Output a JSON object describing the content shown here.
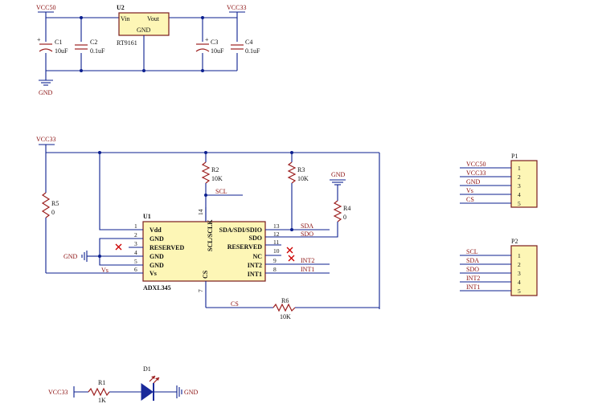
{
  "power": {
    "regulator": {
      "ref": "U2",
      "part": "RT9161",
      "pins": {
        "vin": "Vin",
        "vout": "Vout",
        "gnd": "GND"
      },
      "input_net": "VCC50",
      "output_net": "VCC33",
      "gnd_net": "GND"
    },
    "capacitors": [
      {
        "ref": "C1",
        "value": "10uF",
        "polarized": "+"
      },
      {
        "ref": "C2",
        "value": "0.1uF"
      },
      {
        "ref": "C3",
        "value": "10uF",
        "polarized": "+"
      },
      {
        "ref": "C4",
        "value": "0.1uF"
      }
    ]
  },
  "sensor": {
    "ic": {
      "ref": "U1",
      "part": "ADXL345",
      "left_pins": [
        {
          "num": "1",
          "name": "Vdd"
        },
        {
          "num": "2",
          "name": "GND"
        },
        {
          "num": "3",
          "name": "RESERVED"
        },
        {
          "num": "4",
          "name": "GND"
        },
        {
          "num": "5",
          "name": "GND"
        },
        {
          "num": "6",
          "name": "Vs"
        }
      ],
      "right_pins": [
        {
          "num": "13",
          "name": "SDA/SDI/SDIO"
        },
        {
          "num": "12",
          "name": "SDO"
        },
        {
          "num": "11",
          "name": "RESERVED"
        },
        {
          "num": "10",
          "name": "NC"
        },
        {
          "num": "9",
          "name": "INT2"
        },
        {
          "num": "8",
          "name": "INT1"
        }
      ],
      "top_pin": {
        "num": "14",
        "name": "SCL/SCLK"
      },
      "bottom_pin": {
        "num": "7",
        "name": "CS"
      }
    },
    "resistors": [
      {
        "ref": "R2",
        "value": "10K"
      },
      {
        "ref": "R3",
        "value": "10K"
      },
      {
        "ref": "R4",
        "value": "0"
      },
      {
        "ref": "R5",
        "value": "0"
      },
      {
        "ref": "R6",
        "value": "10K"
      }
    ],
    "nets": {
      "vcc": "VCC33",
      "gnd": "GND",
      "gnd_left": "GND",
      "scl": "SCL",
      "sda": "SDA",
      "sdo": "SDO",
      "int2": "INT2",
      "int1": "INT1",
      "cs": "CS",
      "vs": "Vs"
    }
  },
  "connectors": [
    {
      "ref": "P1",
      "pins": [
        "1",
        "2",
        "3",
        "4",
        "5"
      ],
      "nets": [
        "VCC50",
        "VCC33",
        "GND",
        "Vs",
        "CS"
      ]
    },
    {
      "ref": "P2",
      "pins": [
        "1",
        "2",
        "3",
        "4",
        "5"
      ],
      "nets": [
        "SCL",
        "SDA",
        "SDO",
        "INT2",
        "INT1"
      ]
    }
  ],
  "led": {
    "resistor": {
      "ref": "R1",
      "value": "1K"
    },
    "diode": {
      "ref": "D1"
    },
    "input_net": "VCC33",
    "gnd_net": "GND"
  }
}
